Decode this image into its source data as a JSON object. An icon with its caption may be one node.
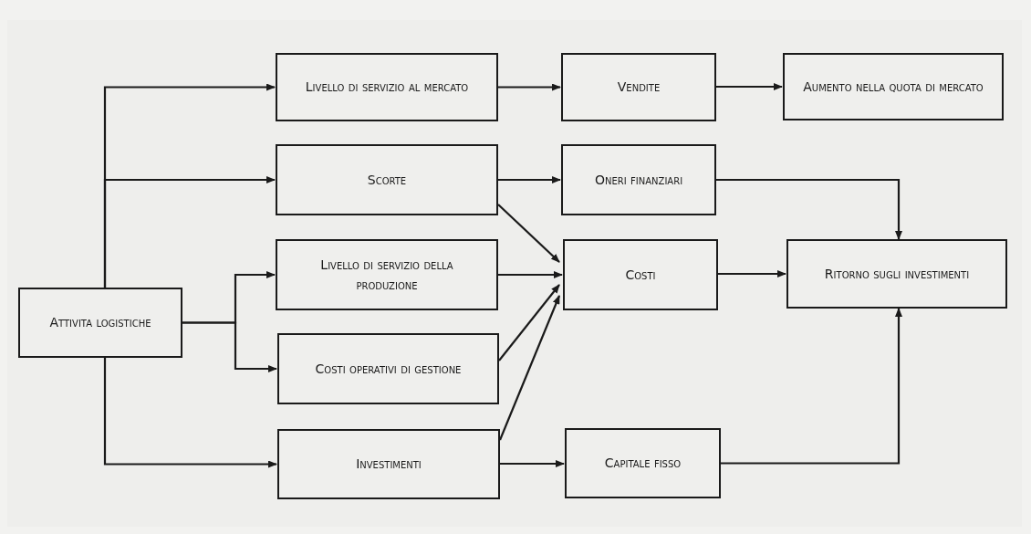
{
  "diagram": {
    "nodes": [
      {
        "text": [
          "Attivita logistiche"
        ]
      },
      {
        "text": [
          "Livello di servizio al mercato"
        ]
      },
      {
        "text": [
          "Vendite"
        ]
      },
      {
        "text": [
          "Aumento nella quota di mercato"
        ]
      },
      {
        "text": [
          "Scorte"
        ]
      },
      {
        "text": [
          "Oneri finanziari"
        ]
      },
      {
        "text": [
          "Livello di servizio della produzione"
        ]
      },
      {
        "text": [
          "Costi"
        ]
      },
      {
        "text": [
          "Ritorno sugli investimenti"
        ]
      },
      {
        "text": [
          "Costi operativi di gestione"
        ]
      },
      {
        "text": [
          "Investimenti"
        ]
      },
      {
        "text": [
          "Capitale fisso"
        ]
      }
    ],
    "edges": [
      {
        "from": 0,
        "to": 1,
        "arrow": "to"
      },
      {
        "from": 0,
        "to": 4,
        "arrow": "to"
      },
      {
        "from": 0,
        "to": 6,
        "arrow": "to"
      },
      {
        "from": 0,
        "to": 9,
        "arrow": "to"
      },
      {
        "from": 0,
        "to": 10,
        "arrow": "to"
      },
      {
        "from": 1,
        "to": 2,
        "arrow": "to"
      },
      {
        "from": 2,
        "to": 3,
        "arrow": "to"
      },
      {
        "from": 4,
        "to": 5,
        "arrow": "to"
      },
      {
        "from": 4,
        "to": 7,
        "arrow": "to"
      },
      {
        "from": 6,
        "to": 7,
        "arrow": "to"
      },
      {
        "from": 9,
        "to": 7,
        "arrow": "to"
      },
      {
        "from": 10,
        "to": 7,
        "arrow": "to"
      },
      {
        "from": 7,
        "to": 8,
        "arrow": "to"
      },
      {
        "from": 5,
        "to": 8,
        "arrow": "to"
      },
      {
        "from": 10,
        "to": 11,
        "arrow": "to"
      },
      {
        "from": 11,
        "to": 8,
        "arrow": "to"
      }
    ]
  }
}
